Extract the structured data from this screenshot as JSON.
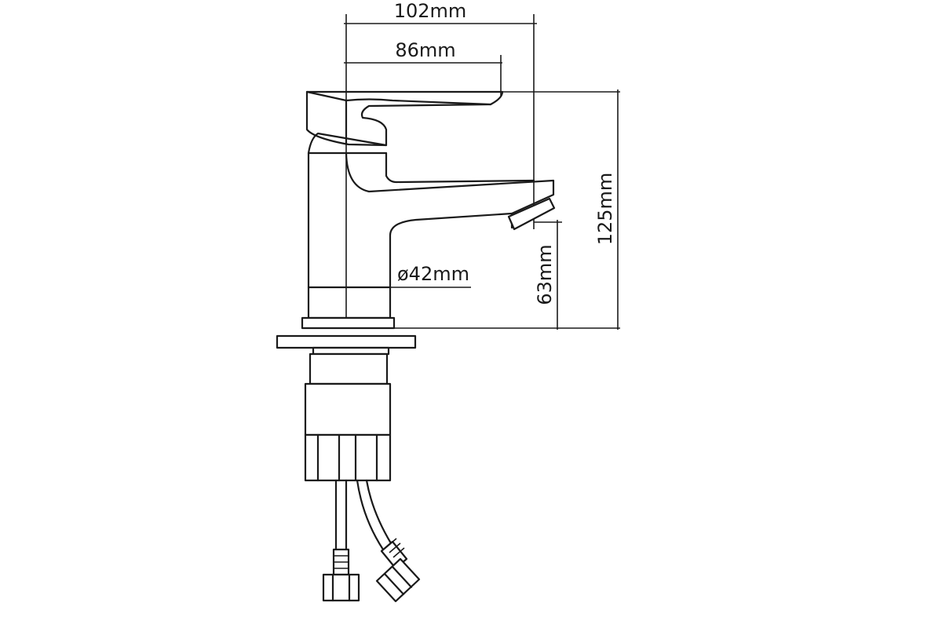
{
  "dimensions": {
    "overall_length": "102mm",
    "spout_reach": "86mm",
    "overall_height": "125mm",
    "spout_height": "63mm",
    "body_diameter": "ø42mm"
  },
  "colors": {
    "line": "#1a1a1a",
    "background": "#ffffff"
  }
}
